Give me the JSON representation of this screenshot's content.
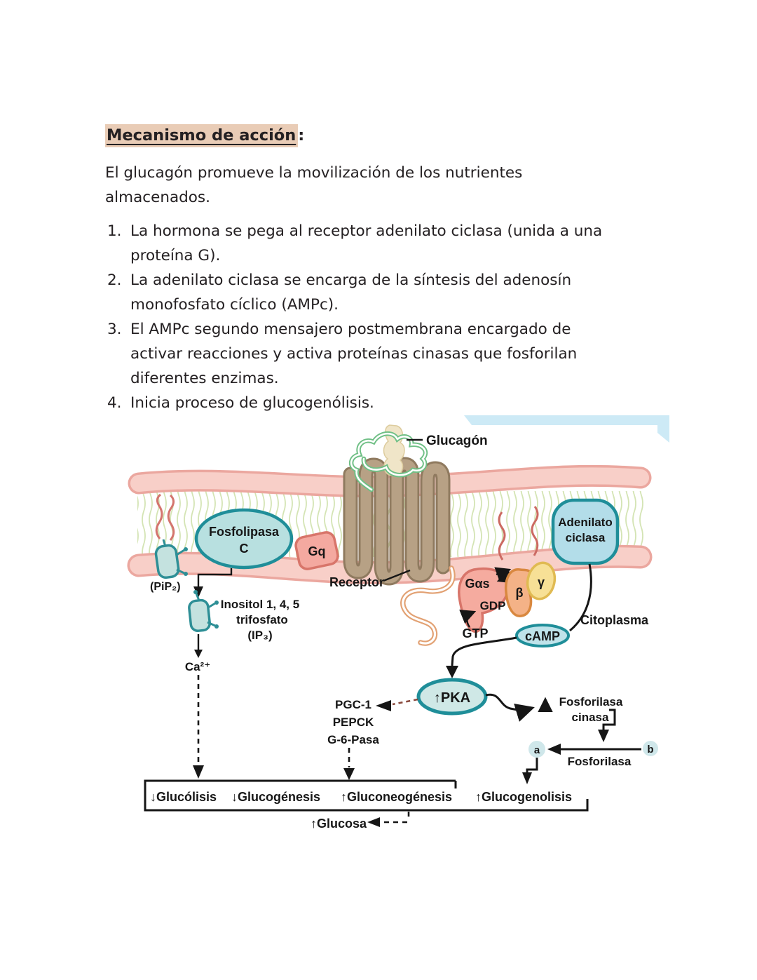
{
  "doc": {
    "title": "Mecanismo de acción",
    "colon": ":",
    "intro": "El glucagón promueve la movilización de los nutrientes almacenados.",
    "items": [
      {
        "num": "1.",
        "lines": [
          "La hormona se pega al receptor adenilato ciclasa (unida a una",
          "proteína G)."
        ]
      },
      {
        "num": "2.",
        "lines": [
          "La adenilato ciclasa se encarga de la síntesis del adenosín",
          "monofosfato cíclico (AMPc)."
        ]
      },
      {
        "num": "3.",
        "lines": [
          "El AMPc segundo mensajero postmembrana encargado de",
          "activar reacciones y activa proteínas cinasas que fosforilan",
          "diferentes enzimas."
        ]
      },
      {
        "num": "4.",
        "lines": [
          "Inicia proceso de glucogenólisis."
        ]
      }
    ]
  },
  "diagram": {
    "labels": {
      "glucagon": "Glucagón",
      "fosfolipasa_line1": "Fosfolipasa",
      "fosfolipasa_line2": "C",
      "gq": "Gq",
      "receptor": "Receptor",
      "pip2": "(PiP₂)",
      "inositol_line1": "Inositol 1, 4, 5",
      "inositol_line2": "trifosfato",
      "inositol_line3": "(IP₃)",
      "ca": "Ca²⁺",
      "gas": "Gαs",
      "gdp": "GDP",
      "gtp": "GTP",
      "beta": "β",
      "gamma": "γ",
      "adenilato_line1": "Adenilato",
      "adenilato_line2": "ciclasa",
      "citoplasma": "Citoplasma",
      "camp": "cAMP",
      "pka": "↑PKA",
      "pgc1": "PGC-1",
      "pepck": "PEPCK",
      "g6pasa": "G-6-Pasa",
      "fosforilasa_cinasa_line1": "Fosforilasa",
      "fosforilasa_cinasa_line2": "cinasa",
      "a": "a",
      "b": "b",
      "fosforilasa": "Fosforilasa",
      "glucolisis": "↓Glucólisis",
      "glucogenesis": "↓Glucogénesis",
      "gluconeogenesis": "↑Gluconeogénesis",
      "glucogenolisis": "↑Glucogenolisis",
      "glucosa": "↑Glucosa"
    },
    "colors": {
      "highlight": "#e9ccb6",
      "banner_blue": "#cdeaf6",
      "membrane_pink": "#f8cfc8",
      "membrane_edge": "#eba79f",
      "lipid_green": "#d4e4b4",
      "receptor_brown": "#b7a185",
      "receptor_outline": "#8f7a5f",
      "glucagon_green": "#6fbf85",
      "glucagon_tan": "#f0e5c8",
      "salmon": "#f4a9a0",
      "salmon_outline": "#d8756a",
      "beta_orange": "#f4b287",
      "beta_outline": "#d9883f",
      "gamma_yellow": "#f7e096",
      "gamma_outline": "#e0ba52",
      "teal_fill": "#bfe3ea",
      "teal_outline": "#1f8e99",
      "molecule_teal": "#c4e2df",
      "ab_circle": "#cfe7ea",
      "dash_red": "#8a4a3e",
      "line_black": "#161616"
    }
  }
}
